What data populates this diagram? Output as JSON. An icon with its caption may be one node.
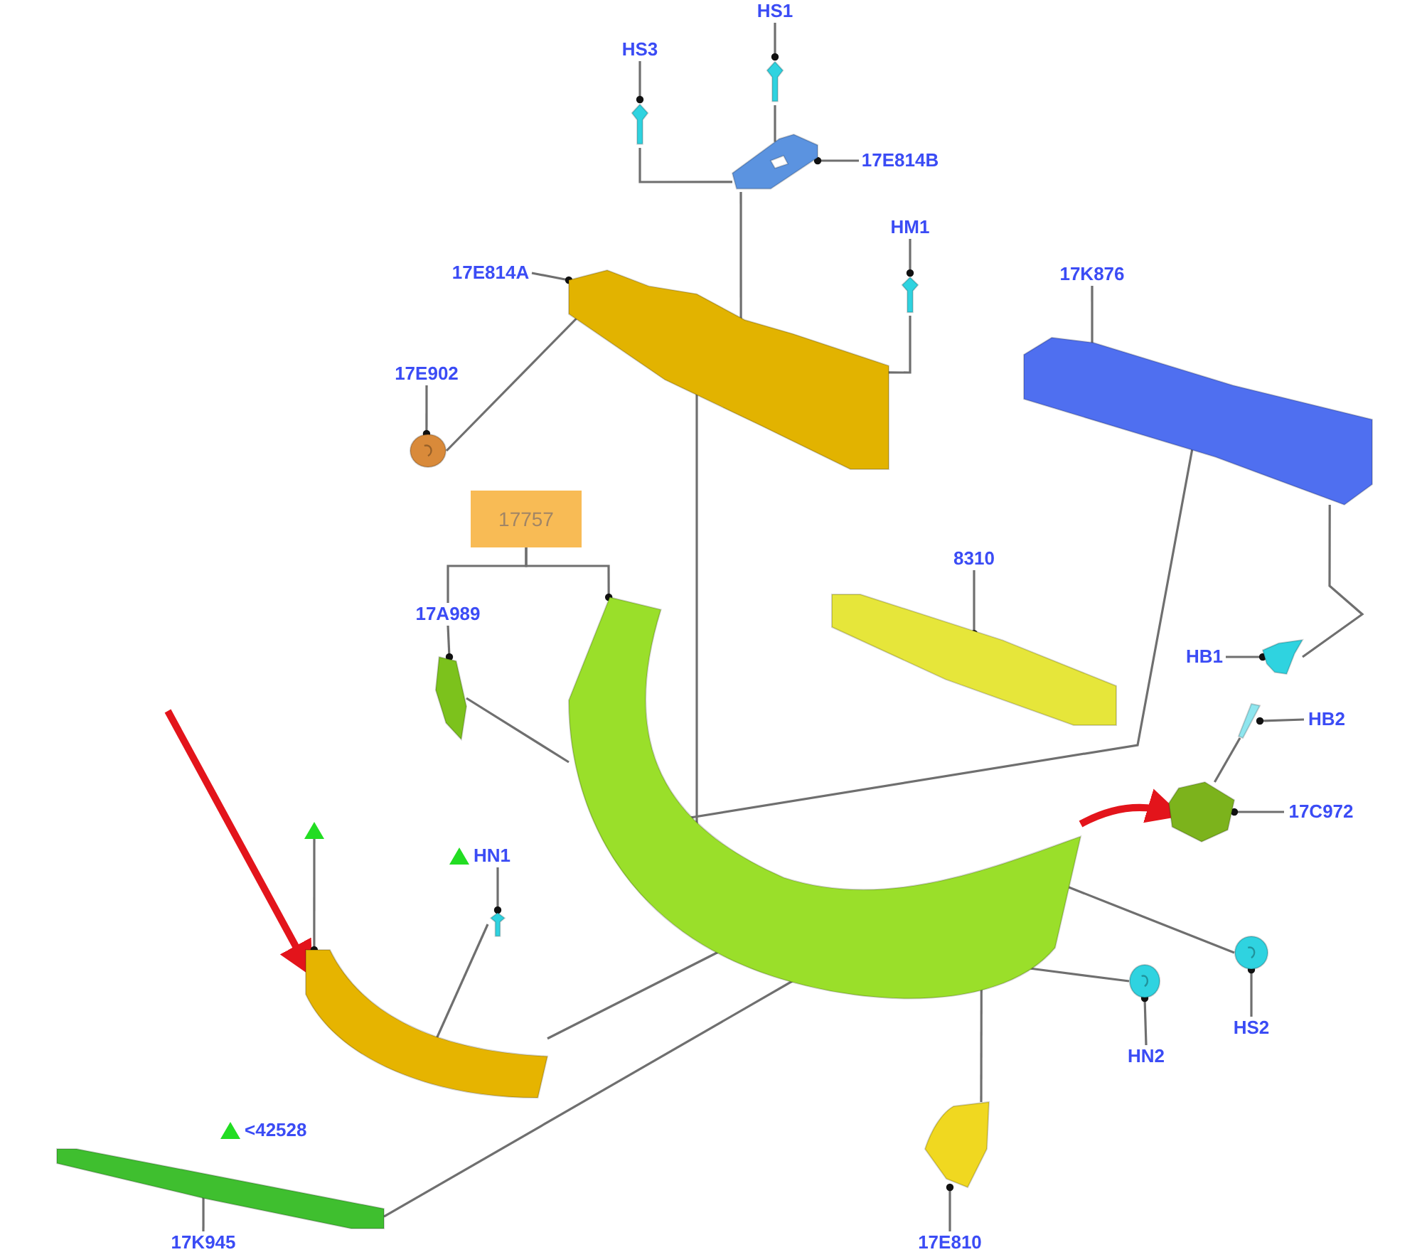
{
  "diagram": {
    "nodes": [
      {
        "text": [
          "HS1"
        ]
      },
      {
        "text": [],
        "shape": "picture"
      },
      {
        "text": [
          "HS3"
        ]
      },
      {
        "text": [],
        "shape": "picture"
      },
      {
        "text": [
          "17E814B"
        ]
      },
      {
        "text": [],
        "shape": "picture"
      },
      {
        "text": [
          "17E814A"
        ]
      },
      {
        "text": [],
        "shape": "picture"
      },
      {
        "text": [
          "HM1"
        ]
      },
      {
        "text": [],
        "shape": "picture"
      },
      {
        "text": [
          "17E902"
        ]
      },
      {
        "text": [],
        "shape": "circle"
      },
      {
        "text": [
          "17K876"
        ]
      },
      {
        "text": [],
        "shape": "picture"
      },
      {
        "text": [
          "17757"
        ]
      },
      {
        "text": [
          "17A989"
        ]
      },
      {
        "text": [],
        "shape": "picture"
      },
      {
        "text": [],
        "shape": "picture"
      },
      {
        "text": [
          "8310"
        ]
      },
      {
        "text": [],
        "shape": "picture"
      },
      {
        "text": [
          "HB1"
        ]
      },
      {
        "text": [],
        "shape": "picture"
      },
      {
        "text": [
          "HB2"
        ]
      },
      {
        "text": [],
        "shape": "picture"
      },
      {
        "text": [
          "17C972"
        ]
      },
      {
        "text": [],
        "shape": "picture"
      },
      {
        "text": [],
        "shape": "triangle"
      },
      {
        "text": [],
        "shape": "picture"
      },
      {
        "text": [
          "HN1"
        ]
      },
      {
        "text": [],
        "shape": "picture"
      },
      {
        "text": [
          "HS2"
        ]
      },
      {
        "text": [],
        "shape": "circle"
      },
      {
        "text": [
          "HN2"
        ]
      },
      {
        "text": [],
        "shape": "circle"
      },
      {
        "text": [],
        "shape": "picture"
      },
      {
        "text": [
          "17K945"
        ]
      },
      {
        "text": [],
        "shape": "picture"
      },
      {
        "text": [
          "17E810"
        ]
      }
    ],
    "edges": [
      {
        "from": 0,
        "to": 1,
        "arrow": "other"
      },
      {
        "from": 2,
        "to": 3,
        "arrow": "other"
      },
      {
        "from": 4,
        "to": 5,
        "arrow": "other"
      },
      {
        "from": 1,
        "to": 5,
        "arrow": "none"
      },
      {
        "from": 3,
        "to": 5,
        "arrow": "none"
      },
      {
        "from": 5,
        "to": 7,
        "arrow": "none"
      },
      {
        "from": 6,
        "to": 7,
        "arrow": "other"
      },
      {
        "from": 8,
        "to": 9,
        "arrow": "other"
      },
      {
        "from": 9,
        "to": 7,
        "arrow": "none"
      },
      {
        "from": 10,
        "to": 11,
        "arrow": "other"
      },
      {
        "from": 11,
        "to": 7,
        "arrow": "none"
      },
      {
        "from": 12,
        "to": 13,
        "arrow": "other"
      },
      {
        "from": 14,
        "to": 15,
        "arrow": "none"
      },
      {
        "from": 14,
        "to": 17,
        "arrow": "other"
      },
      {
        "from": 15,
        "to": 16,
        "arrow": "other"
      },
      {
        "from": 16,
        "to": 17,
        "arrow": "none"
      },
      {
        "from": 7,
        "to": 17,
        "arrow": "none"
      },
      {
        "from": 18,
        "to": 19,
        "arrow": "other"
      },
      {
        "from": 13,
        "to": 17,
        "arrow": "none"
      },
      {
        "from": 20,
        "to": 21,
        "arrow": "other"
      },
      {
        "from": 21,
        "to": 13,
        "arrow": "none"
      },
      {
        "from": 22,
        "to": 23,
        "arrow": "other"
      },
      {
        "from": 24,
        "to": 25,
        "arrow": "other"
      },
      {
        "from": 23,
        "to": 25,
        "arrow": "none"
      },
      {
        "from": 17,
        "to": 25,
        "arrow": "to",
        "style": "thick",
        "color": "#e3141b"
      },
      {
        "from": null,
        "to": 27,
        "arrow": "to",
        "style": "thick",
        "color": "#e3141b"
      },
      {
        "from": 26,
        "to": 27,
        "arrow": "other"
      },
      {
        "from": 28,
        "to": 29,
        "arrow": "other"
      },
      {
        "from": 29,
        "to": 27,
        "arrow": "none"
      },
      {
        "from": 27,
        "to": 17,
        "arrow": "none"
      },
      {
        "from": 30,
        "to": 31,
        "arrow": "other"
      },
      {
        "from": 32,
        "to": 33,
        "arrow": "other"
      },
      {
        "from": 17,
        "to": 31,
        "arrow": "none"
      },
      {
        "from": 17,
        "to": 33,
        "arrow": "none"
      },
      {
        "from": 36,
        "to": 17,
        "arrow": "none"
      },
      {
        "from": 37,
        "to": 36,
        "arrow": "other"
      },
      {
        "from": 34,
        "to": 17,
        "arrow": "none"
      },
      {
        "from": 35,
        "to": 34,
        "arrow": "other"
      }
    ],
    "labels": [
      "<42528"
    ]
  }
}
